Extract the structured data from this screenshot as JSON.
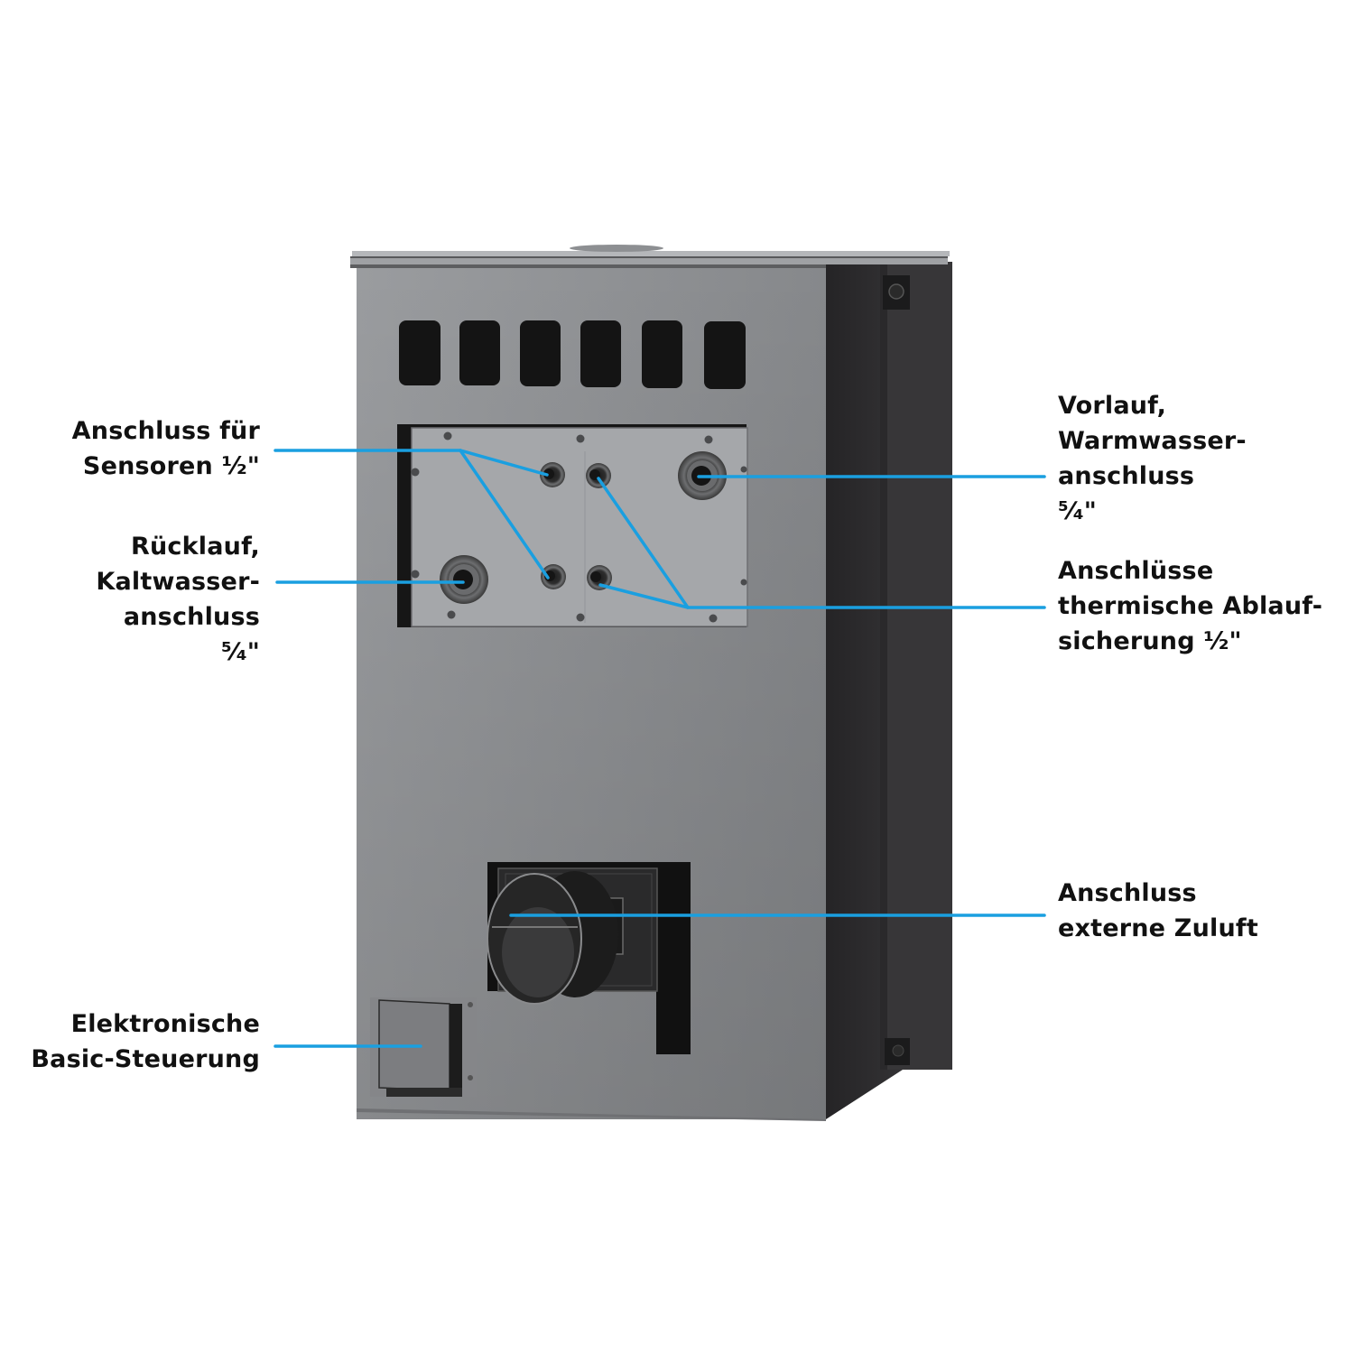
{
  "diagram": {
    "subject": "Kaminofen Rückansicht mit Anschlüssen",
    "leader_color": "#1a9fe0",
    "colors": {
      "front_panel": "#8f9195",
      "side_panel": "#2c2b2d",
      "side_rear": "#383739",
      "top_plate": "#a7a9ac",
      "cutout": "#141414"
    },
    "labels": {
      "sensors": {
        "lines": [
          "Anschluss für",
          "Sensoren ½\""
        ]
      },
      "return": {
        "lines": [
          "Rücklauf,",
          "Kaltwasser-",
          "anschluss",
          "⁵⁄₄\""
        ]
      },
      "flow": {
        "lines": [
          "Vorlauf,",
          "Warmwasser-",
          "anschluss",
          "⁵⁄₄\""
        ]
      },
      "thermal": {
        "lines": [
          "Anschlüsse",
          "thermische Ablauf-",
          "sicherung ½\""
        ]
      },
      "air": {
        "lines": [
          "Anschluss",
          "externe Zuluft"
        ]
      },
      "control": {
        "lines": [
          "Elektronische",
          "Basic-Steuerung"
        ]
      }
    }
  }
}
